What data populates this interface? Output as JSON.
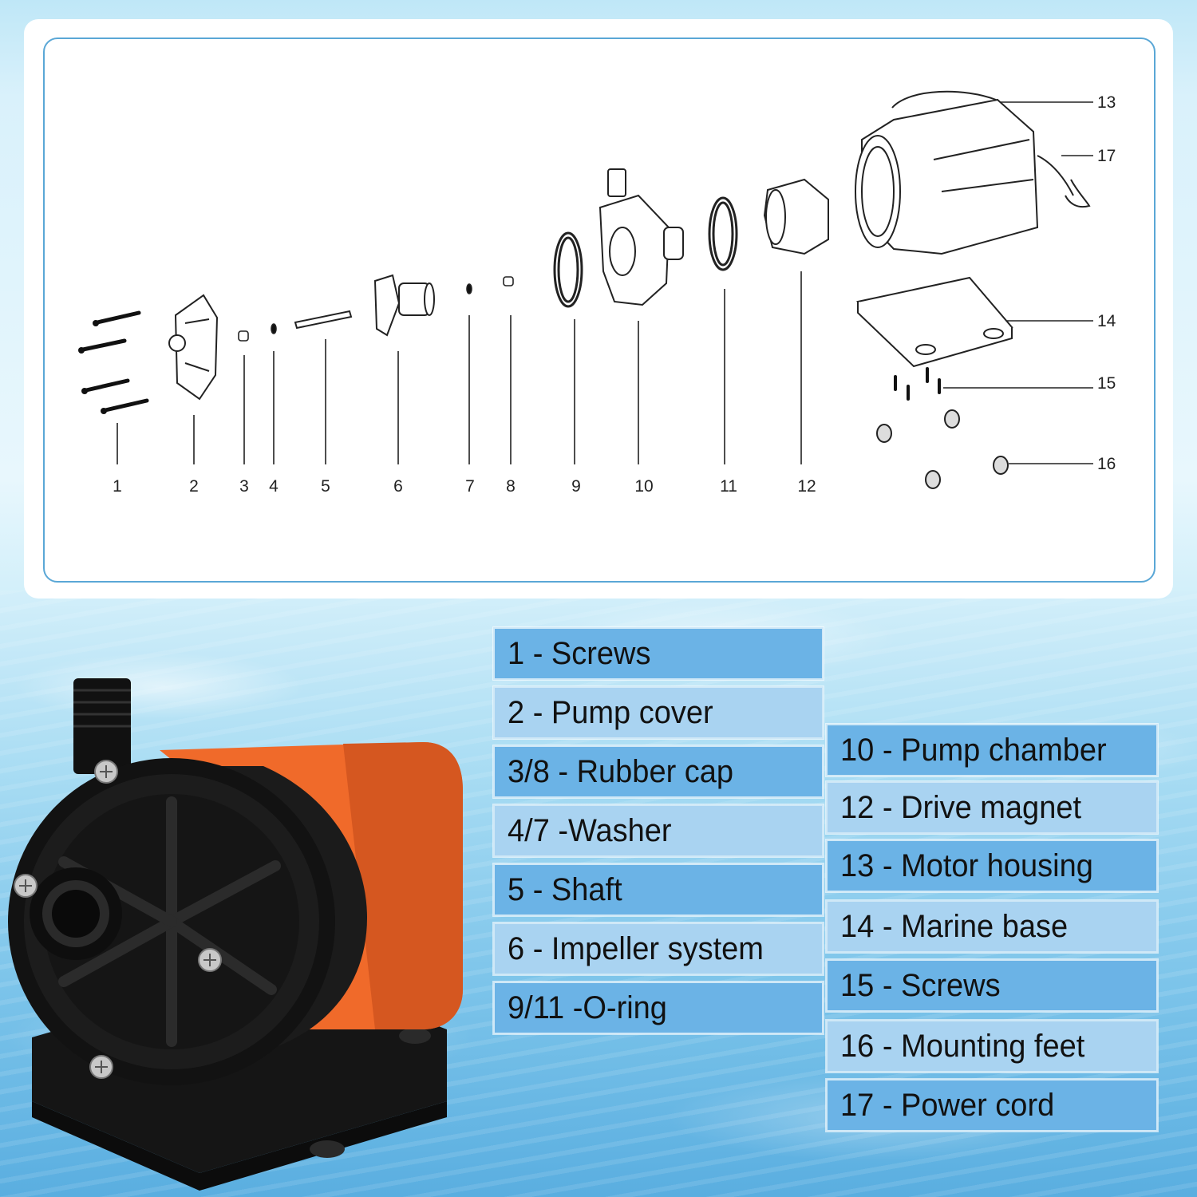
{
  "diagram": {
    "bottom_numbers": [
      "1",
      "2",
      "3",
      "4",
      "5",
      "6",
      "7",
      "8",
      "9",
      "10",
      "11",
      "12"
    ],
    "side_numbers": [
      "13",
      "17",
      "14",
      "15",
      "16"
    ]
  },
  "legend": {
    "left": [
      {
        "text": "1 - Screws",
        "tone": "dark"
      },
      {
        "text": "2 - Pump cover",
        "tone": "light"
      },
      {
        "text": "3/8 - Rubber cap",
        "tone": "dark"
      },
      {
        "text": "4/7 -Washer",
        "tone": "light"
      },
      {
        "text": "5 - Shaft",
        "tone": "dark"
      },
      {
        "text": "6 - Impeller system",
        "tone": "light"
      },
      {
        "text": "9/11 -O-ring",
        "tone": "dark"
      }
    ],
    "right": [
      {
        "text": "10 - Pump chamber",
        "tone": "dark"
      },
      {
        "text": "12 - Drive magnet",
        "tone": "light"
      },
      {
        "text": "13 - Motor housing",
        "tone": "dark"
      },
      {
        "text": "14 - Marine base",
        "tone": "light"
      },
      {
        "text": "15 - Screws",
        "tone": "dark"
      },
      {
        "text": "16 - Mounting feet",
        "tone": "light"
      },
      {
        "text": "17 - Power cord",
        "tone": "dark"
      }
    ]
  },
  "colors": {
    "box_dark": "#6bb3e6",
    "box_light": "#a9d3f1",
    "pump_orange": "#f06a2a",
    "pump_black": "#1a1a1a",
    "panel_border": "#5aa7d6"
  }
}
